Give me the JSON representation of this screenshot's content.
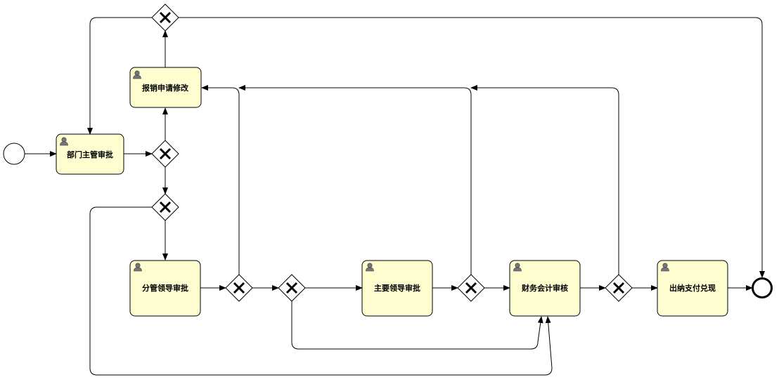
{
  "diagram": {
    "type": "bpmn-process",
    "start_event": {
      "icon": "start-event-circle"
    },
    "end_event": {
      "icon": "end-event-circle"
    },
    "tasks": {
      "dept_approval": {
        "label": "部门主管审批",
        "icon": "user-icon"
      },
      "revise": {
        "label": "报销申请修改",
        "icon": "user-icon"
      },
      "deputy_leader": {
        "label": "分管领导审批",
        "icon": "user-icon"
      },
      "main_leader": {
        "label": "主要领导审批",
        "icon": "user-icon"
      },
      "finance": {
        "label": "财务会计审核",
        "icon": "user-icon"
      },
      "cashier": {
        "label": "出纳支付兑现",
        "icon": "user-icon"
      }
    },
    "gateway_type": "exclusive",
    "gateway_icon": "exclusive-gateway-x",
    "colors": {
      "task_fill": "#fdfdcf",
      "stroke": "#000000",
      "background": "#ffffff"
    }
  }
}
